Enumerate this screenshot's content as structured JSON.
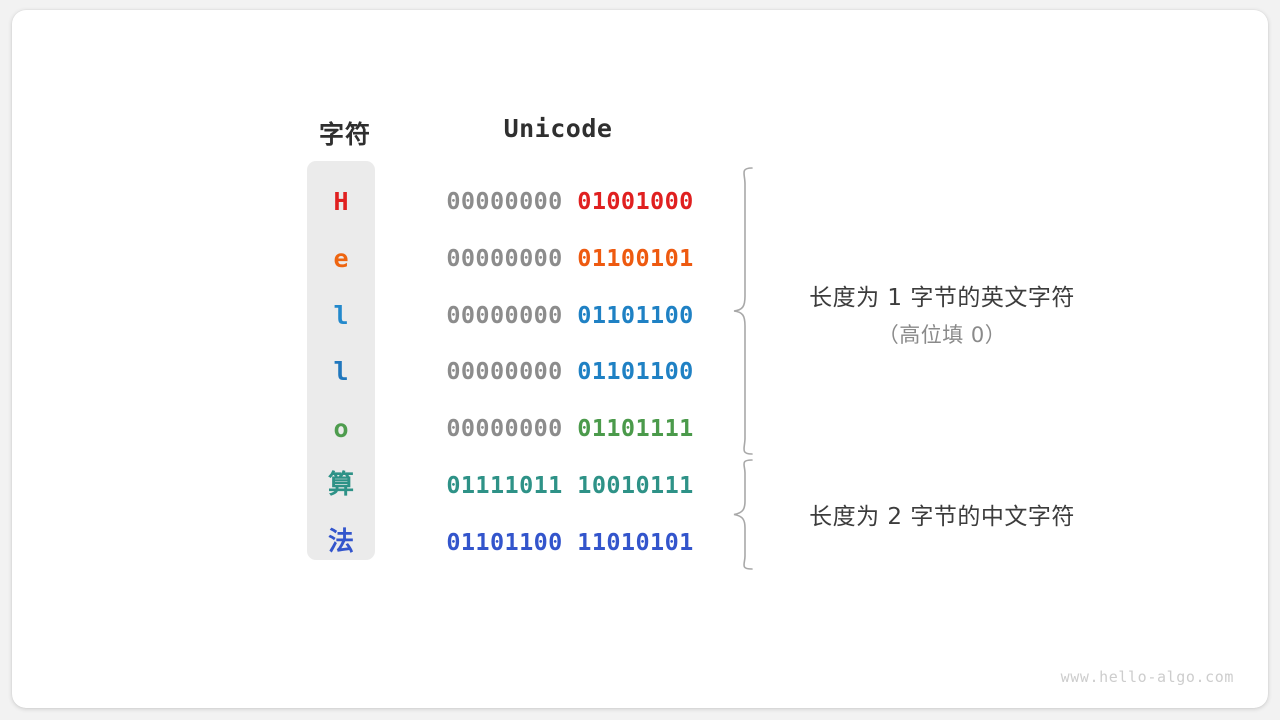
{
  "headers": {
    "character": "字符",
    "unicode": "Unicode"
  },
  "rows": [
    {
      "char": "H",
      "char_color": "#e02020",
      "high_byte": "00000000",
      "low_byte": "01001000",
      "low_color": "#e02020",
      "cjk": false
    },
    {
      "char": "e",
      "char_color": "#ee6510",
      "high_byte": "00000000",
      "low_byte": "01100101",
      "low_color": "#ee5a10",
      "cjk": false
    },
    {
      "char": "l",
      "char_color": "#2389cc",
      "high_byte": "00000000",
      "low_byte": "01101100",
      "low_color": "#1f81c4",
      "cjk": false
    },
    {
      "char": "l",
      "char_color": "#2077bd",
      "high_byte": "00000000",
      "low_byte": "01101100",
      "low_color": "#1f81c4",
      "cjk": false
    },
    {
      "char": "o",
      "char_color": "#4e9c4e",
      "high_byte": "00000000",
      "low_byte": "01101111",
      "low_color": "#4b9a4b",
      "cjk": false
    },
    {
      "char": "算",
      "char_color": "#2e9287",
      "high_byte": "01111011",
      "low_byte": "10010111",
      "low_color": "#2e9287",
      "high_color": "#2e9287",
      "cjk": true
    },
    {
      "char": "法",
      "char_color": "#3355cc",
      "high_byte": "01101100",
      "low_byte": "11010101",
      "low_color": "#3355cc",
      "high_color": "#3355cc",
      "cjk": true
    }
  ],
  "annotations": [
    {
      "main": "长度为 1 字节的英文字符",
      "sub": "（高位填 0）"
    },
    {
      "main": "长度为 2 字节的中文字符",
      "sub": ""
    }
  ],
  "watermark": "www.hello-algo.com",
  "colors": {
    "card_background": "#ffffff",
    "page_background": "#f2f2f2",
    "pill_background": "#ebebeb",
    "high_byte_gray": "#8c8c8c",
    "brace_gray": "#a8a8a8",
    "header_text": "#2f2f2f",
    "annotation_text": "#3c3c3c",
    "annotation_sub_text": "#8a8a8a",
    "watermark_text": "#cdcdcd"
  }
}
